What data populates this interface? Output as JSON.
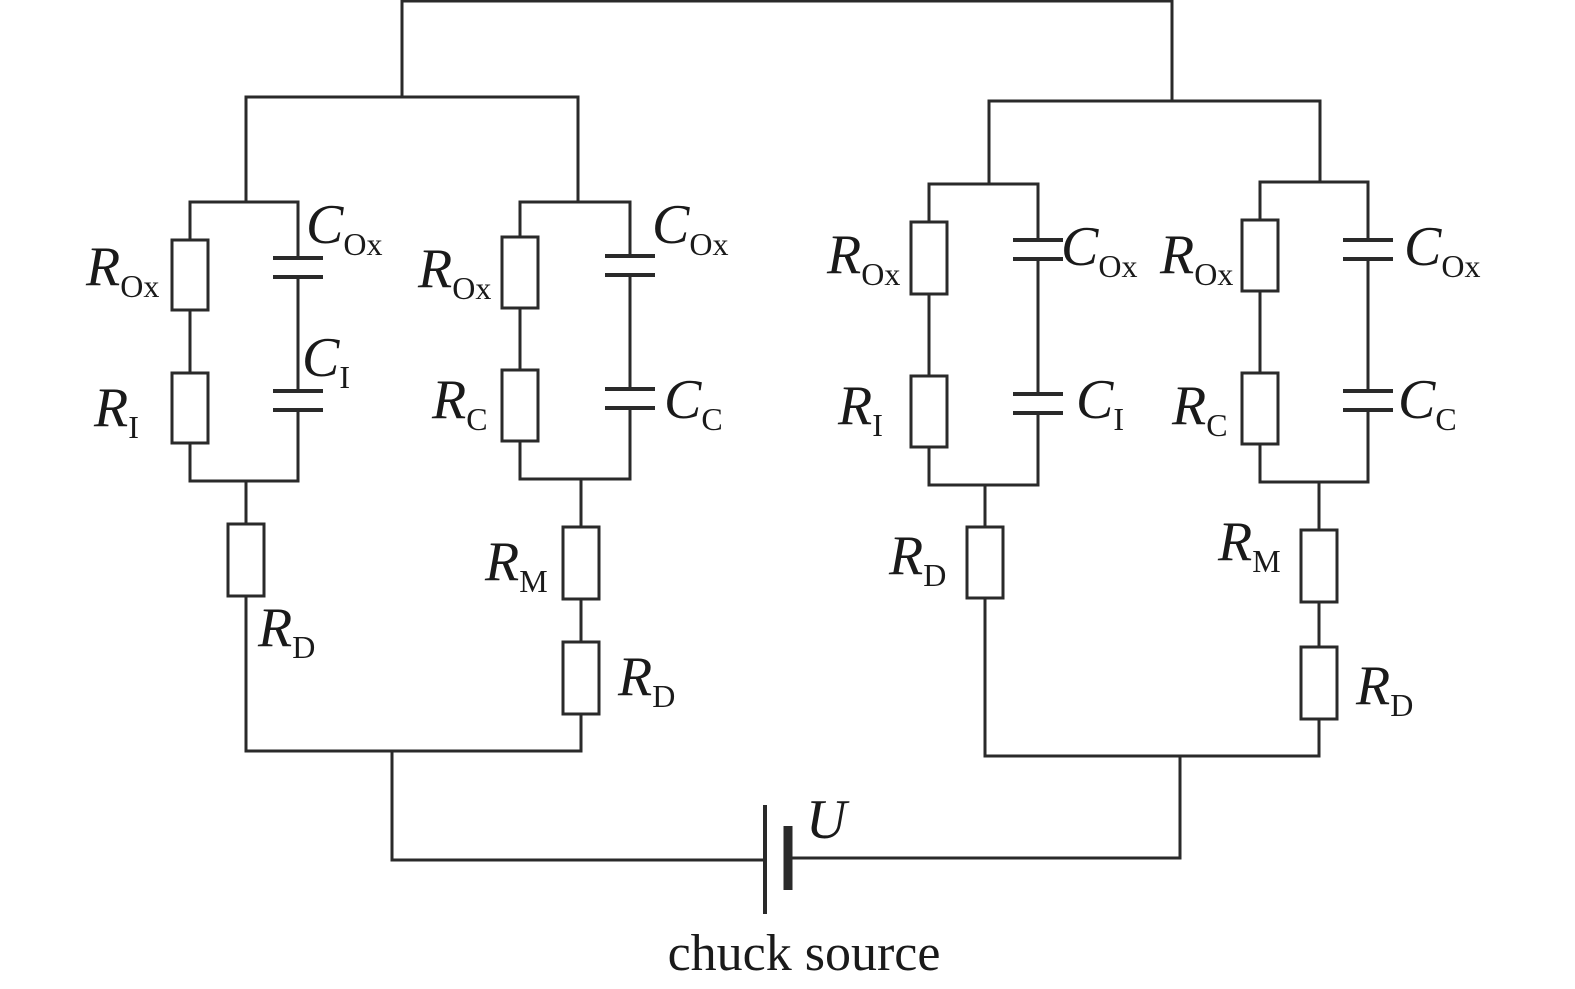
{
  "labels": {
    "R_Ox": {
      "main": "R",
      "sub": "Ox"
    },
    "C_Ox": {
      "main": "C",
      "sub": "Ox"
    },
    "R_I": {
      "main": "R",
      "sub": "I"
    },
    "C_I": {
      "main": "C",
      "sub": "I"
    },
    "R_C": {
      "main": "R",
      "sub": "C"
    },
    "C_C": {
      "main": "C",
      "sub": "C"
    },
    "R_D": {
      "main": "R",
      "sub": "D"
    },
    "R_M": {
      "main": "R",
      "sub": "M"
    },
    "U": {
      "main": "U"
    }
  },
  "caption": "chuck source"
}
